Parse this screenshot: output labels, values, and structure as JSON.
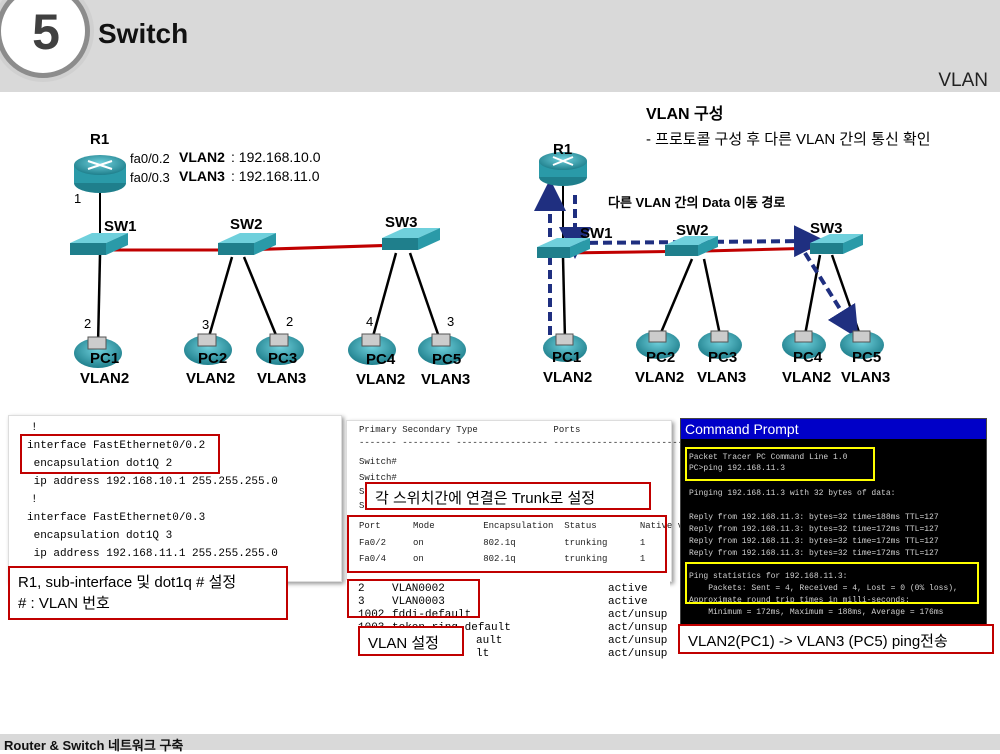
{
  "header": {
    "slide_number": "5",
    "title": "Switch",
    "section": "VLAN"
  },
  "footer": {
    "text": "Router & Switch 네트워크 구축"
  },
  "topology_left": {
    "router_label": "R1",
    "sub1_port": "fa0/0.2",
    "sub1_vlan": "VLAN2",
    "sub1_ip": ": 192.168.10.0",
    "sub2_port": "fa0/0.3",
    "sub2_vlan": "VLAN3",
    "sub2_ip": ": 192.168.11.0",
    "r1_sw1_port": "1",
    "switches": [
      "SW1",
      "SW2",
      "SW3"
    ],
    "pc_ports": [
      "2",
      "3",
      "2",
      "4",
      "3"
    ],
    "pcs": [
      {
        "name": "PC1",
        "vlan": "VLAN2"
      },
      {
        "name": "PC2",
        "vlan": "VLAN2"
      },
      {
        "name": "PC3",
        "vlan": "VLAN3"
      },
      {
        "name": "PC4",
        "vlan": "VLAN2"
      },
      {
        "name": "PC5",
        "vlan": "VLAN3"
      }
    ]
  },
  "topology_right": {
    "heading": "VLAN 구성",
    "subheading": "- 프로토콜 구성 후 다른 VLAN 간의 통신 확인",
    "path_label": "다른 VLAN 간의 Data 이동 경로",
    "router_label": "R1",
    "switches": [
      "SW1",
      "SW2",
      "SW3"
    ],
    "pcs": [
      {
        "name": "PC1",
        "vlan": "VLAN2"
      },
      {
        "name": "PC2",
        "vlan": "VLAN2"
      },
      {
        "name": "PC3",
        "vlan": "VLAN3"
      },
      {
        "name": "PC4",
        "vlan": "VLAN2"
      },
      {
        "name": "PC5",
        "vlan": "VLAN3"
      }
    ]
  },
  "config_panel": {
    "lines": [
      "!",
      "interface FastEthernet0/0.2",
      " encapsulation dot1Q 2",
      " ip address 192.168.10.1 255.255.255.0",
      "!",
      "interface FastEthernet0/0.3",
      " encapsulation dot1Q 3",
      " ip address 192.168.11.1 255.255.255.0"
    ],
    "note_line1": "R1, sub-interface 및 dot1q # 설정",
    "note_line2": "# : VLAN 번호"
  },
  "switch_panel": {
    "header": "Primary Secondary Type              Ports",
    "separator": "------- --------- ----------------- ------------------------------------------",
    "prompt1": "Switch#",
    "prompt2": "Switch#",
    "prompt3": "S",
    "prompt4": "S",
    "trunk_note": "각 스위치간에 연결은 Trunk로 설정",
    "trunk_header": "Port      Mode         Encapsulation  Status        Native vlan",
    "trunk_rows": [
      "Fa0/2     on           802.1q         trunking      1",
      "Fa0/4     on           802.1q         trunking      1"
    ],
    "vlan_rows": [
      {
        "id": "2",
        "name": "VLAN0002",
        "status": "active"
      },
      {
        "id": "3",
        "name": "VLAN0003",
        "status": "active"
      },
      {
        "id": "1002",
        "name": "fddi-default",
        "status": "act/unsup"
      },
      {
        "id": "1003",
        "name": "token-ring-default",
        "status": "act/unsup"
      },
      {
        "id": "",
        "name": "ault",
        "status": "act/unsup"
      },
      {
        "id": "",
        "name": "lt",
        "status": "act/unsup"
      }
    ],
    "vlan_note": "VLAN 설정"
  },
  "command_prompt": {
    "title": "Command Prompt",
    "lines": [
      "Packet Tracer PC Command Line 1.0",
      "PC>ping 192.168.11.3",
      "",
      "Pinging 192.168.11.3 with 32 bytes of data:",
      "",
      "Reply from 192.168.11.3: bytes=32 time=188ms TTL=127",
      "Reply from 192.168.11.3: bytes=32 time=172ms TTL=127",
      "Reply from 192.168.11.3: bytes=32 time=172ms TTL=127",
      "Reply from 192.168.11.3: bytes=32 time=172ms TTL=127",
      "",
      "Ping statistics for 192.168.11.3:",
      "    Packets: Sent = 4, Received = 4, Lost = 0 (0% loss),",
      "Approximate round trip times in milli-seconds:",
      "    Minimum = 172ms, Maximum = 188ms, Average = 176ms"
    ],
    "note": "VLAN2(PC1) -> VLAN3 (PC5) ping전송"
  },
  "colors": {
    "link_red": "#c00000",
    "path_blue": "#1f2f80",
    "device_teal": "#2a9aa8",
    "prompt_yellow": "#ffff00"
  }
}
